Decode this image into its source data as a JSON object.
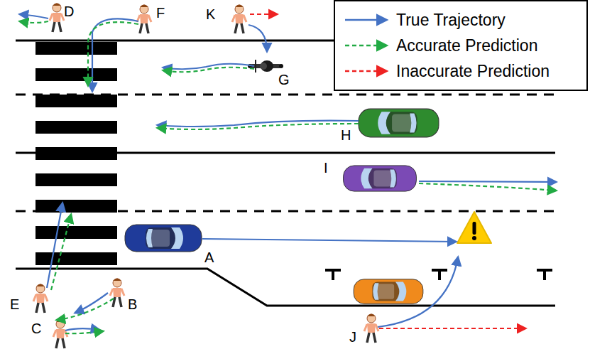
{
  "diagram": {
    "labels": [
      "D",
      "F",
      "K",
      "G",
      "H",
      "I",
      "A",
      "E",
      "B",
      "C",
      "J"
    ],
    "legend": [
      {
        "text": "True Trajectory"
      },
      {
        "text": "Accurate Prediction"
      },
      {
        "text": "Inaccurate Prediction"
      }
    ]
  }
}
